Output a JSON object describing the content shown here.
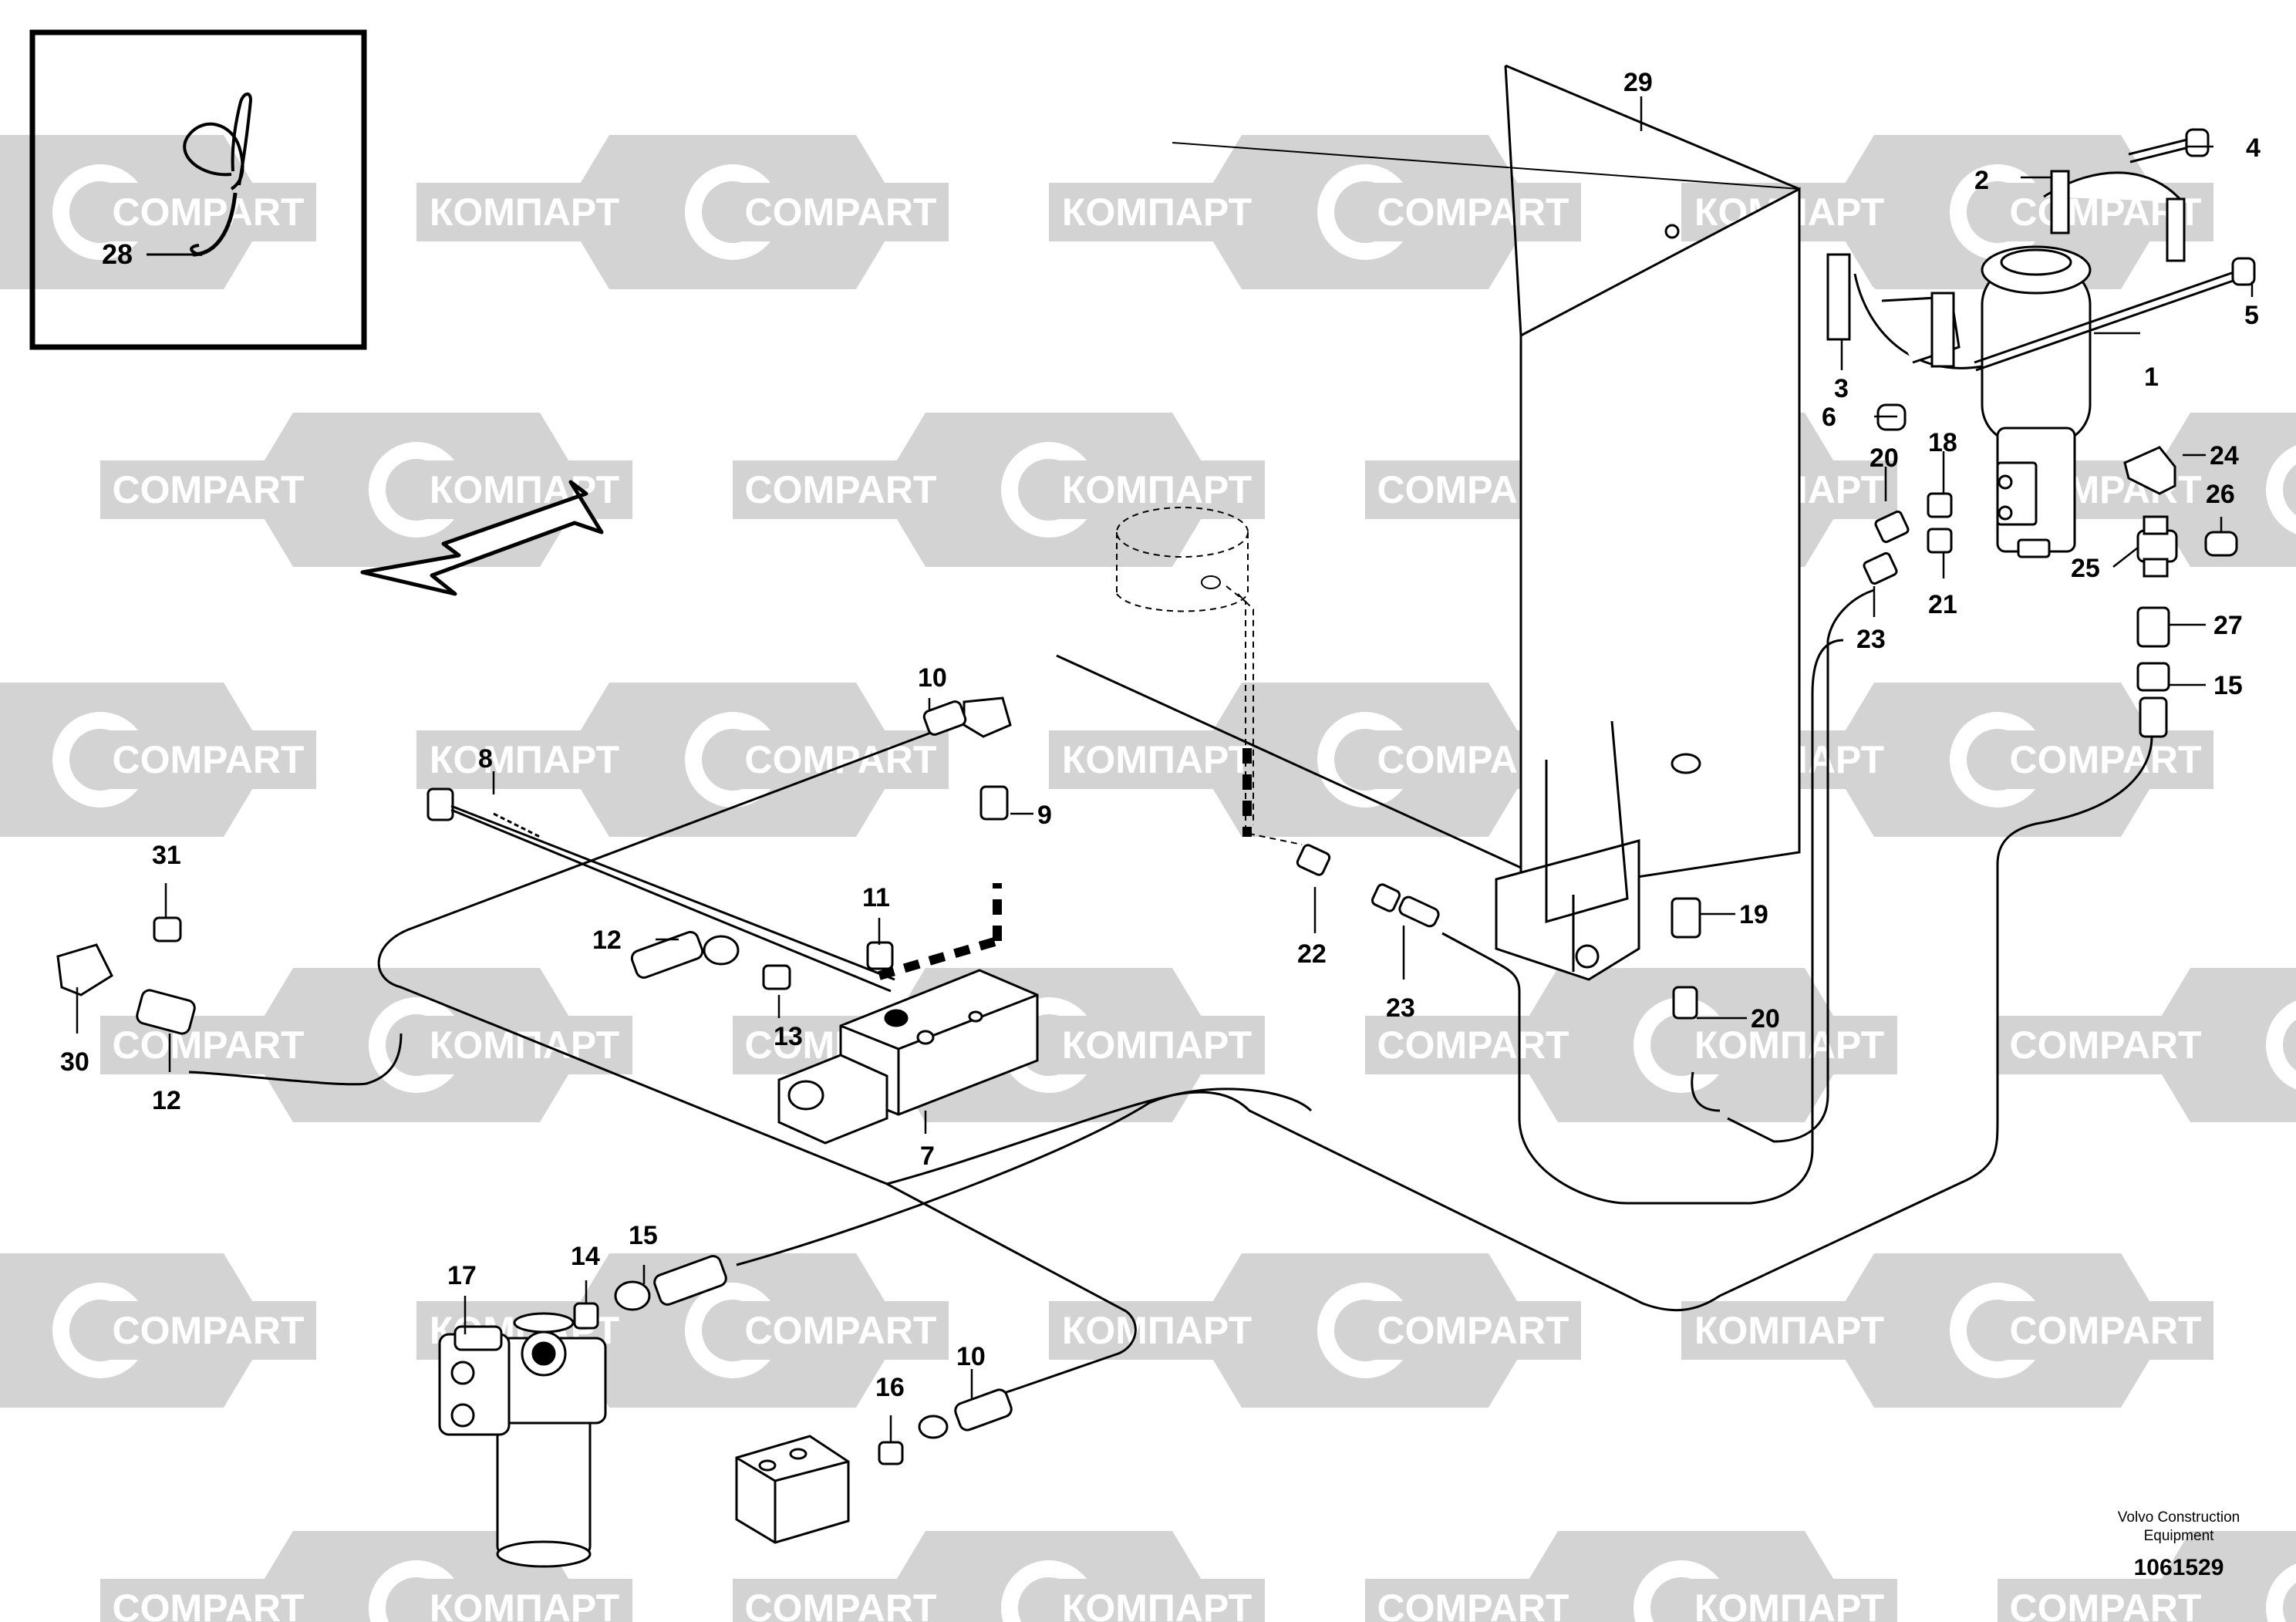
{
  "watermark": {
    "text_cyrillic": "КОМПАРТ",
    "text_latin": "COMPART",
    "color": "#d3d3d3"
  },
  "inset": {
    "callout": "28"
  },
  "arrow": {
    "direction": "front-left"
  },
  "callouts": {
    "c1": "1",
    "c2": "2",
    "c3": "3",
    "c4": "4",
    "c5": "5",
    "c6": "6",
    "c7": "7",
    "c8": "8",
    "c9": "9",
    "c10a": "10",
    "c10b": "10",
    "c11": "11",
    "c12a": "12",
    "c12b": "12",
    "c13": "13",
    "c14": "14",
    "c15a": "15",
    "c15b": "15",
    "c16": "16",
    "c17": "17",
    "c18": "18",
    "c19": "19",
    "c20a": "20",
    "c20b": "20",
    "c21": "21",
    "c22": "22",
    "c23a": "23",
    "c23b": "23",
    "c24": "24",
    "c25": "25",
    "c26": "26",
    "c27": "27",
    "c29": "29",
    "c30": "30",
    "c31": "31"
  },
  "footer": {
    "line1": "Volvo Construction",
    "line2": "Equipment",
    "number": "1061529"
  },
  "colors": {
    "line": "#000000",
    "watermark": "#d3d3d3",
    "background": "#ffffff"
  }
}
